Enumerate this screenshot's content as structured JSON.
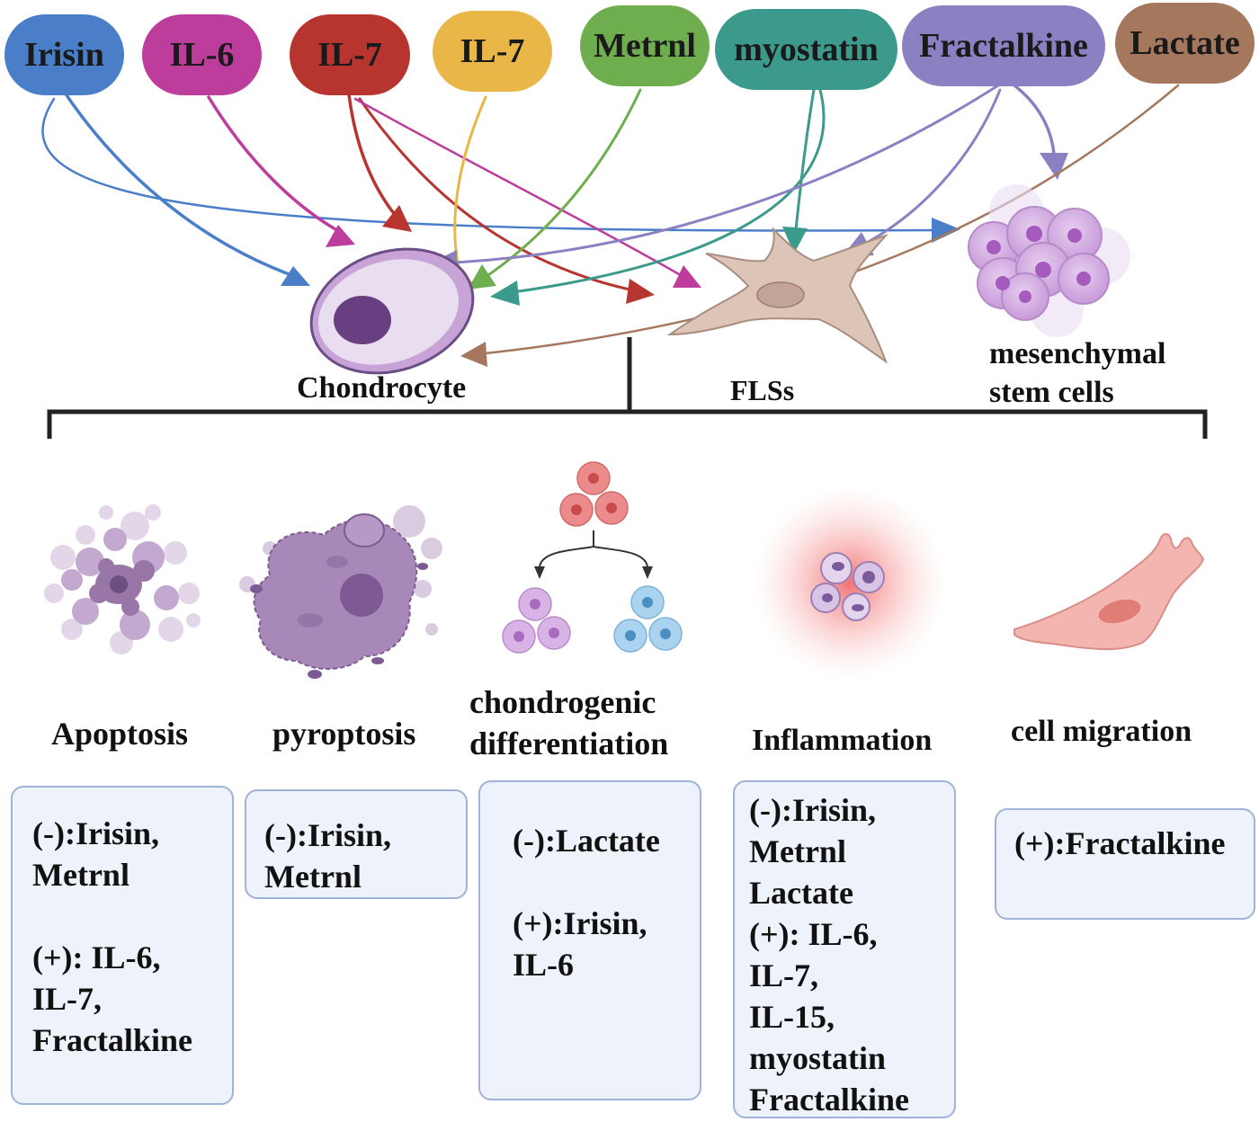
{
  "colors": {
    "irisin": "#4a7ec9",
    "il6": "#bd3d9d",
    "il7_red": "#b8342f",
    "il7_yellow": "#e9b748",
    "metrnl": "#6fae4e",
    "myostatin": "#3c9a8d",
    "fractalkine": "#8a80c2",
    "lactate": "#a5785e"
  },
  "molecules": [
    {
      "key": "irisin",
      "label": "Irisin"
    },
    {
      "key": "il6",
      "label": "IL-6"
    },
    {
      "key": "il7_red",
      "label": "IL-7"
    },
    {
      "key": "il7_yellow",
      "label": "IL-7"
    },
    {
      "key": "metrnl",
      "label": "Metrnl"
    },
    {
      "key": "myostatin",
      "label": "myostatin"
    },
    {
      "key": "fractalkine",
      "label": "Fractalkine"
    },
    {
      "key": "lactate",
      "label": "Lactate"
    }
  ],
  "cells": {
    "chondrocyte": "Chondrocyte",
    "flss": "FLSs",
    "msc_line1": "mesenchymal",
    "msc_line2": "stem cells"
  },
  "outcomes": {
    "apoptosis": {
      "title": "Apoptosis",
      "lines": [
        "(-):Irisin,",
        "Metrnl",
        "",
        "(+): IL-6,",
        "IL-7,",
        "Fractalkine"
      ]
    },
    "pyroptosis": {
      "title": "pyroptosis",
      "lines": [
        "(-):Irisin,",
        "Metrnl"
      ]
    },
    "chondrogenic": {
      "title_line1": "chondrogenic",
      "title_line2": "differentiation",
      "lines": [
        "(-):Lactate",
        "",
        "(+):Irisin,",
        "IL-6"
      ]
    },
    "inflammation": {
      "title": "Inflammation",
      "lines": [
        "(-):Irisin,",
        "Metrnl",
        "Lactate",
        "(+): IL-6,",
        "IL-7,",
        "IL-15,",
        "myostatin",
        "Fractalkine"
      ]
    },
    "migration": {
      "title": "cell migration",
      "lines": [
        "(+):Fractalkine"
      ]
    }
  }
}
